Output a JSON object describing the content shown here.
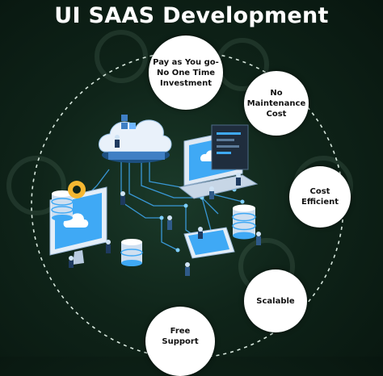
{
  "title": "UI SAAS Development",
  "features": [
    {
      "label": "Pay as You go-\nNo One Time\nInvestment"
    },
    {
      "label": "No\nMaintenance\nCost"
    },
    {
      "label": "Cost\nEfficient"
    },
    {
      "label": "Scalable"
    },
    {
      "label": "Free\nSupport"
    }
  ],
  "colors": {
    "background": "#0f2419",
    "accent_blue": "#3fa9f5",
    "bubble": "#ffffff",
    "dashed_ring": "#d6e6dc"
  }
}
